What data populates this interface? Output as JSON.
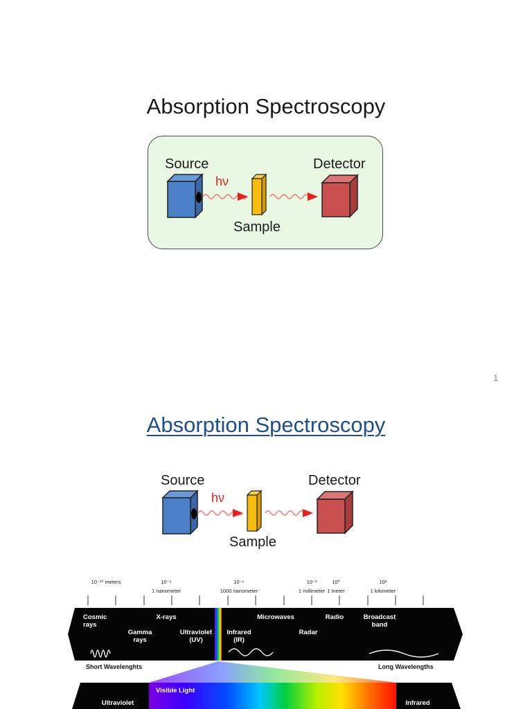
{
  "slide1": {
    "title": "Absorption Spectroscopy",
    "source_label": "Source",
    "detector_label": "Detector",
    "sample_label": "Sample",
    "photon_label": "hν"
  },
  "page_number": "1",
  "slide2": {
    "title": "Absorption Spectroscopy",
    "source_label": "Source",
    "detector_label": "Detector",
    "sample_label": "Sample",
    "photon_label": "hν"
  },
  "spectrum": {
    "scale": [
      {
        "top": "10⁻¹⁰ meters",
        "bottom": ""
      },
      {
        "top": "10⁻⁹",
        "bottom": "1 nanometer"
      },
      {
        "top": "10⁻⁶",
        "bottom": "1000 nanometer"
      },
      {
        "top": "10⁻³",
        "bottom": "1 millimeter"
      },
      {
        "top": "10⁰",
        "bottom": "1 meter"
      },
      {
        "top": "10³",
        "bottom": "1 kilometer"
      }
    ],
    "bands": {
      "cosmic": "Cosmic rays",
      "gamma": "Gamma rays",
      "xrays": "X-rays",
      "uv": "Ultraviolet (UV)",
      "ir": "Infrared (IR)",
      "microwaves": "Microwaves",
      "radar": "Radar",
      "radio": "Radio",
      "broadcast": "Broadcast band"
    },
    "short_wl": "Short Wavelenghts",
    "long_wl": "Long Wavelengths",
    "visible": "Visible Light",
    "ultraviolet": "Ultraviolet",
    "infrared": "Infrared"
  },
  "colors": {
    "source_box": "#4a80c8",
    "sample": "#f6bc10",
    "detector": "#c9504f",
    "wave": "#ee8f8f",
    "arrow": "#e8201f",
    "panel_bg": "#e9f8e3",
    "title2": "#1f4e8a"
  }
}
